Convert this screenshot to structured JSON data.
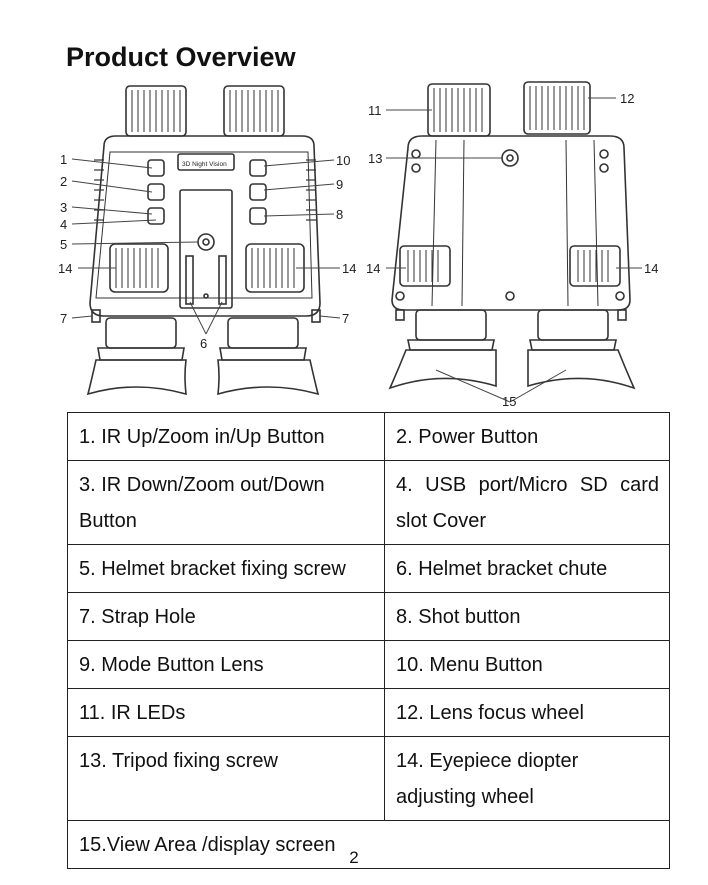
{
  "page": {
    "title": "Product Overview",
    "page_number": "2"
  },
  "figure": {
    "device_label": "3D Night Vision",
    "callouts": {
      "front_left": [
        "1",
        "2",
        "3",
        "4",
        "5",
        "14",
        "7"
      ],
      "front_right": [
        "10",
        "9",
        "8",
        "14",
        "7"
      ],
      "front_bottom": "6",
      "back": [
        "11",
        "12",
        "13",
        "14",
        "14",
        "15"
      ]
    }
  },
  "parts_table": {
    "rows": [
      [
        "1.  IR Up/Zoom in/Up Button",
        "2.  Power Button"
      ],
      [
        "3.  IR Down/Zoom out/Down Button",
        "4.  USB  port/Micro  SD card slot Cover"
      ],
      [
        "5.  Helmet bracket fixing screw",
        "6.  Helmet bracket chute"
      ],
      [
        "7.  Strap Hole",
        "8.  Shot button"
      ],
      [
        "9.  Mode Button Lens",
        "10.  Menu Button"
      ],
      [
        "11.  IR LEDs",
        "12.  Lens focus wheel"
      ],
      [
        "13.  Tripod fixing screw",
        "14.  Eyepiece diopter adjusting wheel"
      ],
      [
        "15.View Area /display screen"
      ]
    ]
  }
}
